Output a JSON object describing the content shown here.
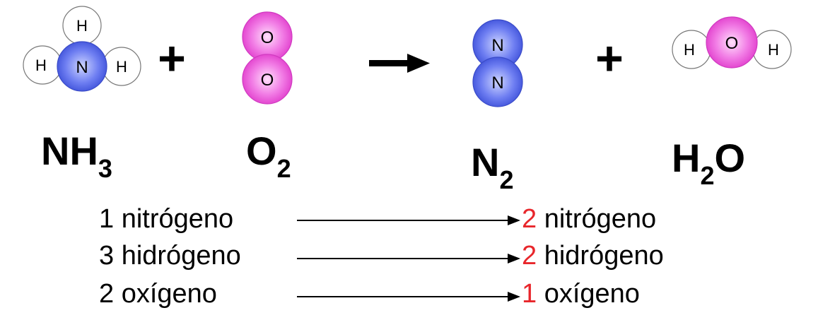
{
  "reaction": {
    "plus_symbol": "+",
    "molecules": {
      "ammonia": {
        "atoms": [
          "H",
          "H",
          "N",
          "H"
        ]
      },
      "oxygen": {
        "atoms": [
          "O",
          "O"
        ]
      },
      "nitrogen": {
        "atoms": [
          "N",
          "N"
        ]
      },
      "water": {
        "atoms": [
          "H",
          "O",
          "H"
        ]
      }
    },
    "formulas": {
      "ammonia": {
        "main": "NH",
        "sub": "3",
        "tail": ""
      },
      "oxygen": {
        "main": "O",
        "sub": "2",
        "tail": ""
      },
      "nitrogen": {
        "main": "N",
        "sub": "2",
        "tail": ""
      },
      "water": {
        "main": "H",
        "sub": "2",
        "tail": "O"
      }
    }
  },
  "balance": {
    "rows": [
      {
        "left": "1 nitrógeno",
        "right_coef": "2",
        "right_label": " nitrógeno"
      },
      {
        "left": "3 hidrógeno",
        "right_coef": "2",
        "right_label": " hidrógeno"
      },
      {
        "left": "2 oxígeno",
        "right_coef": "1",
        "right_label": " oxígeno"
      }
    ]
  },
  "colors": {
    "nitrogen_atom": "#4a5ee8",
    "oxygen_atom": "#ea3fd6",
    "hydrogen_atom": "#ffffff",
    "coefficient": "#e8262b"
  }
}
